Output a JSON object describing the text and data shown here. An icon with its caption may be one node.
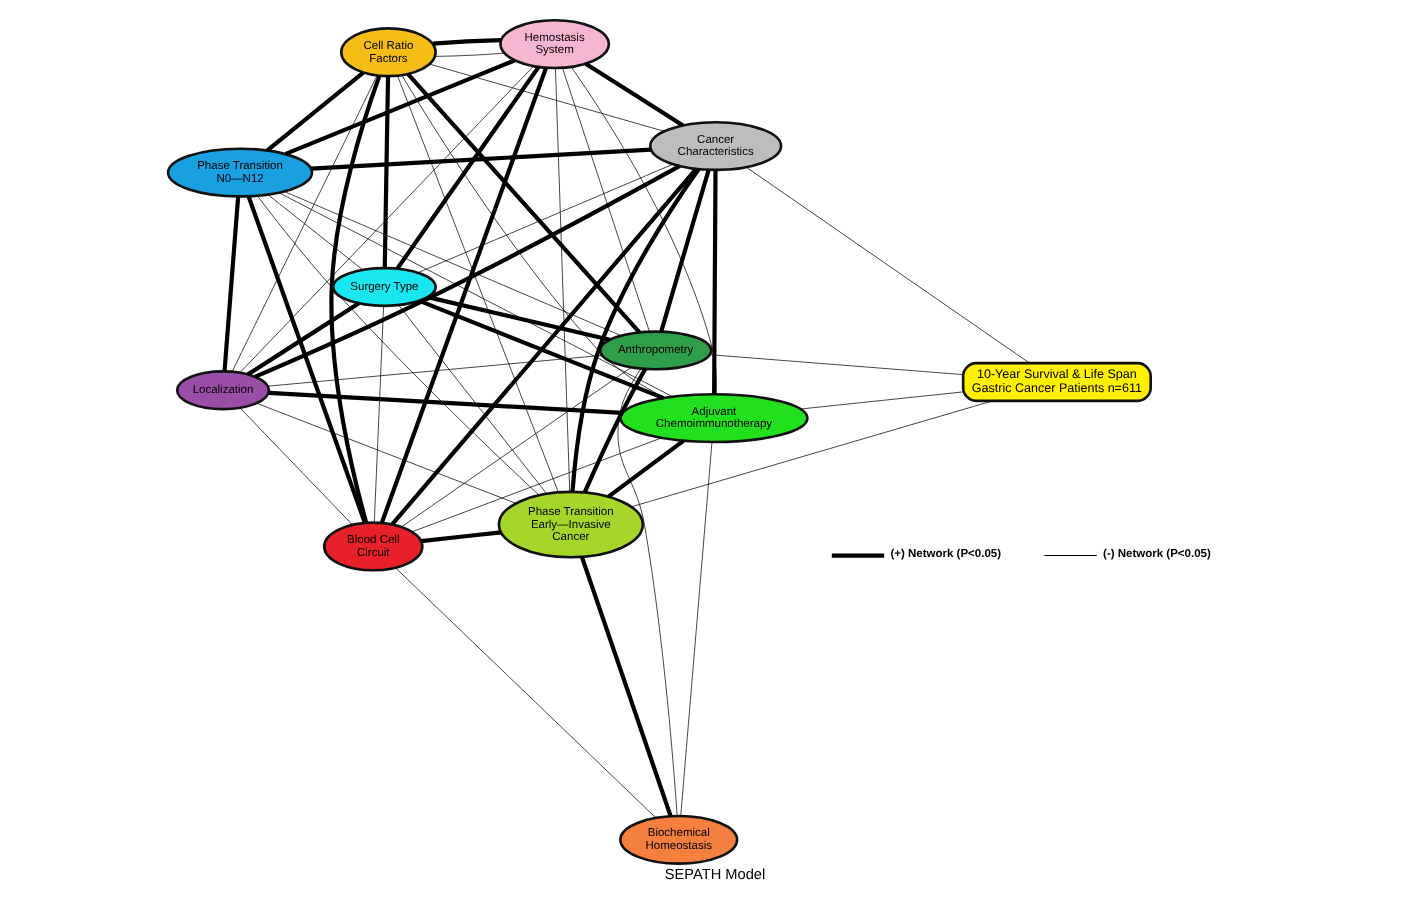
{
  "diagram": {
    "caption": "SEPATH Model",
    "nodes": [
      {
        "text": [
          "Blood Cell Circuit"
        ]
      },
      {
        "text": [
          "Hemostasis System"
        ]
      },
      {
        "text": [
          "Biochemical Homeostasis"
        ]
      },
      {
        "text": [
          "Cell Ratio Factors"
        ]
      },
      {
        "text": [
          "Anthropometry"
        ]
      },
      {
        "text": [
          "10-Year Survival & Life Span Gastric Cancer Patients n=611"
        ]
      },
      {
        "text": [
          "Surgery Type"
        ]
      },
      {
        "text": [
          "Adjuvant Chemoimmunotherapy"
        ]
      },
      {
        "text": [
          "Localization"
        ]
      },
      {
        "text": [
          "Phase Transition Early—Invasive Cancer"
        ]
      },
      {
        "text": [
          "Cancer Characteristics"
        ]
      },
      {
        "text": [
          "Phase Transition N0—N12"
        ]
      }
    ],
    "edges": [
      {
        "from": 0,
        "to": 1,
        "arrow": "none",
        "style": "thick"
      },
      {
        "from": 0,
        "to": 3,
        "arrow": "none",
        "style": "thick"
      },
      {
        "from": 0,
        "to": 9,
        "arrow": "none",
        "style": "thick"
      },
      {
        "from": 0,
        "to": 10,
        "arrow": "none",
        "style": "thick"
      },
      {
        "from": 0,
        "to": 11,
        "arrow": "none",
        "style": "thick"
      },
      {
        "from": 3,
        "to": 6,
        "arrow": "none",
        "style": "thick"
      },
      {
        "from": 3,
        "to": 1,
        "arrow": "none",
        "style": "thick"
      },
      {
        "from": 3,
        "to": 4,
        "arrow": "none",
        "style": "thick"
      },
      {
        "from": 3,
        "to": 11,
        "arrow": "none",
        "style": "thick"
      },
      {
        "from": 6,
        "to": 1,
        "arrow": "none",
        "style": "thick"
      },
      {
        "from": 6,
        "to": 4,
        "arrow": "none",
        "style": "thick"
      },
      {
        "from": 6,
        "to": 8,
        "arrow": "none",
        "style": "thick"
      },
      {
        "from": 6,
        "to": 7,
        "arrow": "none",
        "style": "thick"
      },
      {
        "from": 1,
        "to": 11,
        "arrow": "none",
        "style": "thick"
      },
      {
        "from": 1,
        "to": 10,
        "arrow": "none",
        "style": "thick"
      },
      {
        "from": 2,
        "to": 9,
        "arrow": "none",
        "style": "thick"
      },
      {
        "from": 4,
        "to": 10,
        "arrow": "none",
        "style": "thick"
      },
      {
        "from": 4,
        "to": 9,
        "arrow": "none",
        "style": "thick"
      },
      {
        "from": 8,
        "to": 11,
        "arrow": "none",
        "style": "thick"
      },
      {
        "from": 8,
        "to": 7,
        "arrow": "none",
        "style": "thick"
      },
      {
        "from": 8,
        "to": 10,
        "arrow": "none",
        "style": "thick"
      },
      {
        "from": 9,
        "to": 10,
        "arrow": "none",
        "style": "thick"
      },
      {
        "from": 9,
        "to": 7,
        "arrow": "none",
        "style": "thick"
      },
      {
        "from": 10,
        "to": 11,
        "arrow": "none",
        "style": "thick"
      },
      {
        "from": 10,
        "to": 7,
        "arrow": "none",
        "style": "thick"
      },
      {
        "from": 0,
        "to": 4,
        "arrow": "none"
      },
      {
        "from": 1,
        "to": 7,
        "arrow": "none"
      },
      {
        "from": 1,
        "to": 4,
        "arrow": "none"
      },
      {
        "from": 3,
        "to": 10,
        "arrow": "none"
      },
      {
        "from": 8,
        "to": 9,
        "arrow": "none"
      },
      {
        "from": 6,
        "to": 9,
        "arrow": "none"
      },
      {
        "from": 0,
        "to": 7,
        "arrow": "none"
      },
      {
        "from": 3,
        "to": 7,
        "arrow": "none"
      },
      {
        "from": 5,
        "to": 7,
        "arrow": "none"
      },
      {
        "from": 5,
        "to": 4,
        "arrow": "none"
      },
      {
        "from": 4,
        "to": 11,
        "arrow": "none"
      },
      {
        "from": 6,
        "to": 11,
        "arrow": "none"
      },
      {
        "from": 1,
        "to": 9,
        "arrow": "none"
      },
      {
        "from": 1,
        "to": 8,
        "arrow": "none"
      },
      {
        "from": 3,
        "to": 9,
        "arrow": "none"
      },
      {
        "from": 3,
        "to": 8,
        "arrow": "none"
      },
      {
        "from": 0,
        "to": 8,
        "arrow": "none"
      },
      {
        "from": 0,
        "to": 6,
        "arrow": "none"
      },
      {
        "from": 2,
        "to": 7,
        "arrow": "none"
      },
      {
        "from": 2,
        "to": 4,
        "arrow": "none"
      },
      {
        "from": 4,
        "to": 8,
        "arrow": "none"
      },
      {
        "from": 6,
        "to": 10,
        "arrow": "none"
      },
      {
        "from": 9,
        "to": 11,
        "arrow": "none"
      },
      {
        "from": 5,
        "to": 10,
        "arrow": "none"
      },
      {
        "from": 5,
        "to": 9,
        "arrow": "none"
      },
      {
        "from": 7,
        "to": 11,
        "arrow": "none"
      },
      {
        "from": 0,
        "to": 2,
        "arrow": "none"
      },
      {
        "from": 1,
        "to": 3,
        "arrow": "none"
      }
    ],
    "legend": [
      {
        "text": "(+) Network (P<0.05)"
      },
      {
        "text": "(-) Network (P<0.05)"
      }
    ]
  }
}
